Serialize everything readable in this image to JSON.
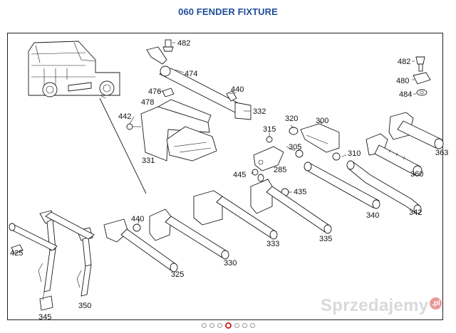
{
  "title": "060 FENDER FIXTURE",
  "callouts": {
    "p482a": "482",
    "p474": "474",
    "p476": "476",
    "p478": "478",
    "p440a": "440",
    "p332": "332",
    "p442": "442",
    "p331": "331",
    "p320": "320",
    "p300": "300",
    "p315": "315",
    "p305": "305",
    "p310": "310",
    "p285": "285",
    "p445": "445",
    "p435": "435",
    "p482b": "482",
    "p480": "480",
    "p484": "484",
    "p363": "363",
    "p360": "360",
    "p340": "340",
    "p342": "342",
    "p335": "335",
    "p333": "333",
    "p330": "330",
    "p440b": "440",
    "p325": "325",
    "p425": "425",
    "p345": "345",
    "p350": "350"
  },
  "pagination": {
    "total": 7,
    "active_index": 3
  },
  "watermark": {
    "text": "Sprzedajemy",
    "logo": ".pl"
  },
  "colors": {
    "title": "#1f4e99",
    "active_dot": "#d0282a"
  }
}
